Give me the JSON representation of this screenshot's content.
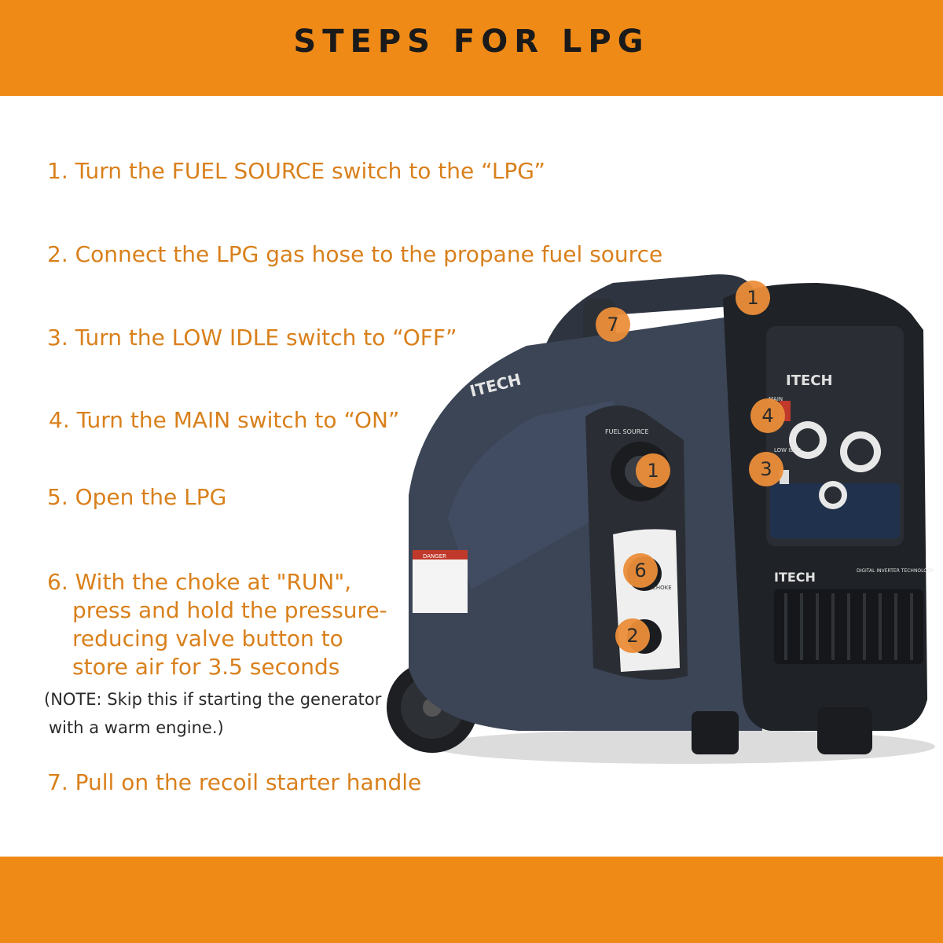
{
  "header": {
    "title": "STEPS FOR LPG"
  },
  "steps": [
    {
      "text": "1. Turn the FUEL SOURCE switch to the “LPG”"
    },
    {
      "text": "2. Connect the LPG gas hose to the propane fuel source"
    },
    {
      "text": "3. Turn the LOW IDLE switch to “OFF”"
    },
    {
      "text": "4. Turn the MAIN switch to “ON”"
    },
    {
      "text": "5. Open the LPG"
    },
    {
      "lines": [
        "6. With the choke at \"RUN\",",
        "press and hold the pressure-",
        "reducing valve button to",
        "store air for 3.5 seconds"
      ]
    },
    {
      "text": "7. Pull on the recoil starter handle"
    }
  ],
  "note": {
    "lines": [
      "(NOTE: Skip this if starting the generator",
      "with a warm engine.)"
    ]
  },
  "callouts": [
    "1",
    "7",
    "4",
    "3",
    "1",
    "6",
    "2"
  ],
  "generator_labels": {
    "brand": "ITECH",
    "fuel_source": "FUEL SOURCE",
    "main": "MAIN",
    "low_idle": "LOW IDLE",
    "choke": "CHOKE",
    "danger": "DANGER",
    "digital_inverter": "DIGITAL INVERTER TECHNOLOGY"
  },
  "colors": {
    "band": "#ef8a17",
    "step_text": "#d9801c",
    "callout": "#eb8e3a",
    "generator_body": "#3b4556"
  }
}
